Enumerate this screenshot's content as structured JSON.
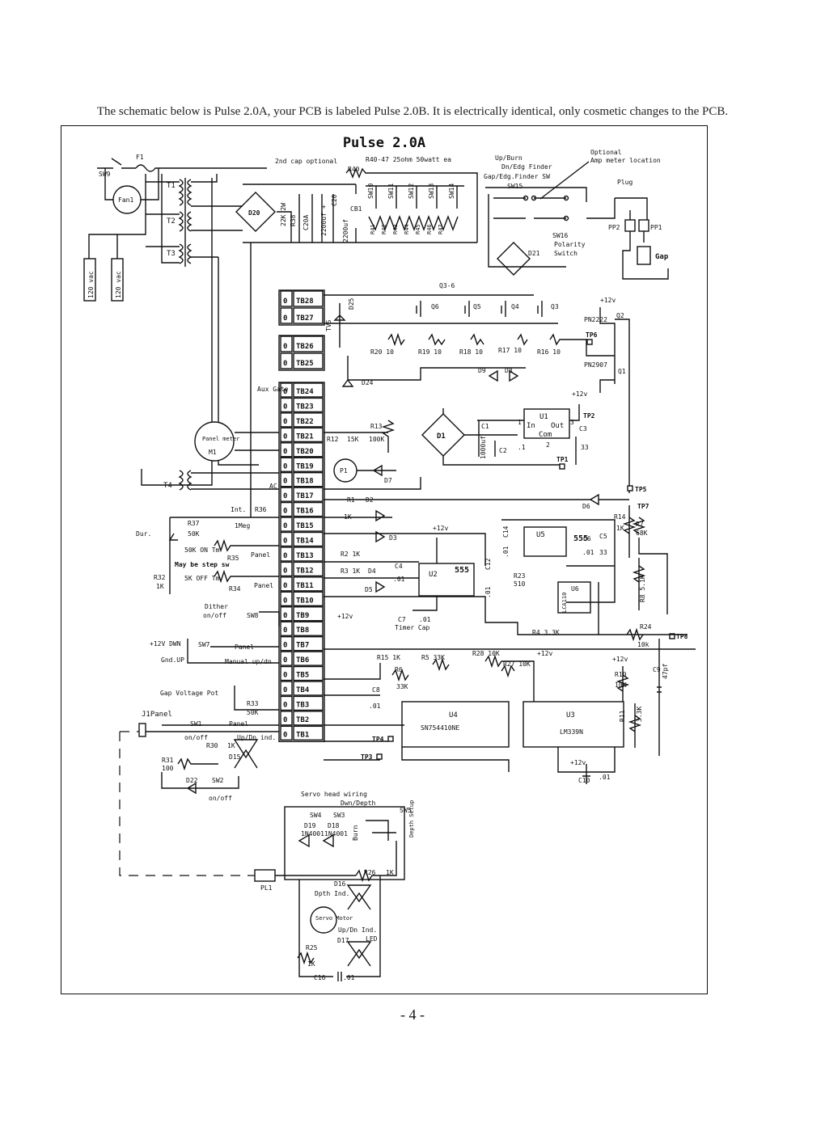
{
  "caption": "The schematic below is Pulse 2.0A, your PCB is labeled Pulse 2.0B. It is electrically identical, only cosmetic changes to the PCB.",
  "page_number": "- 4 -",
  "schematic": {
    "title": "Pulse 2.0A",
    "top_notes": {
      "second_cap": "2nd cap optional",
      "resistor_bank": "R40-47 25ohm 50watt ea",
      "r40": "R40",
      "up_burn": "Up/Burn",
      "dn_edg_finder": "Dn/Edg Finder",
      "gap_edg_finder_sw": "Gap/Edg.Finder SW",
      "sw15": "SW15",
      "optional": "Optional",
      "amp_meter_location": "Amp meter location",
      "plug": "Plug"
    },
    "power_section": {
      "f1": "F1",
      "sw9": "SW9",
      "fan1": "Fan1",
      "t1": "T1",
      "t2": "T2",
      "t3": "T3",
      "t4": "T4",
      "vac1": "120 vac",
      "vac2": "120 vac",
      "d20": "D20",
      "r38": "22K 2W",
      "r38_label": "R38",
      "c20a": "C20A",
      "c20": "C20",
      "cap1": "2200uf +",
      "cap2": "2200uf",
      "cb1": "CB1",
      "sw_labels": [
        "SW10",
        "SW11",
        "SW12",
        "SW13",
        "SW14"
      ],
      "r_labels": [
        "R41",
        "R42",
        "R43",
        "R44",
        "R45",
        "R46",
        "R47"
      ]
    },
    "polarity": {
      "sw16": "SW16",
      "polarity": "Polarity",
      "switch": "Switch",
      "d21": "D21",
      "pp2": "PP2",
      "pp1": "PP1",
      "gap": "Gap"
    },
    "terminal_block": [
      "TB28",
      "TB27",
      "TB26",
      "TB25",
      "TB24",
      "TB23",
      "TB22",
      "TB21",
      "TB20",
      "TB19",
      "TB18",
      "TB17",
      "TB16",
      "TB15",
      "TB14",
      "TB13",
      "TB12",
      "TB11",
      "TB10",
      "TB9",
      "TB8",
      "TB7",
      "TB6",
      "TB5",
      "TB4",
      "TB3",
      "TB2",
      "TB1"
    ],
    "terminal_zero": "0",
    "driver": {
      "q3_6": "Q3-6",
      "q6": "Q6",
      "q5": "Q5",
      "q4": "Q4",
      "q3": "Q3",
      "tvs": "TVS",
      "d25": "D25",
      "d24": "D24",
      "d9": "D9",
      "d8": "D8",
      "r20": "R20 10",
      "r19": "R19 10",
      "r18": "R18 10",
      "r17": "R17 10",
      "r16": "R16 10",
      "plus12v": "+12v",
      "pn2222": "PN2222",
      "q2": "Q2",
      "tp6": "TP6",
      "pn2907": "PN2907",
      "q1": "Q1"
    },
    "left_labels": {
      "aux_gate": "Aux Gate",
      "panel_meter": "Panel meter",
      "m1": "M1",
      "ac": "AC",
      "int": "Int.",
      "r36": "R36",
      "imeg": "1Meg",
      "r37": "R37",
      "k50": "50K",
      "dur": "Dur.",
      "on_tm": "50K ON Tm",
      "r35": "R35",
      "panel": "Panel",
      "step_sw": "May be step sw",
      "r32": "R32",
      "r32_val": "1K",
      "off_tm": "5K OFF Tm",
      "r34": "R34",
      "dither": "Dither",
      "on_off": "on/off",
      "sw8": "SW8",
      "plus12v_dwn": "+12V DWN",
      "sw7": "SW7",
      "gnd_up": "Gnd.UP",
      "manual": "Manual up/dn",
      "gap_voltage_pot": "Gap Voltage Pot",
      "r33": "R33",
      "r33_val": "50K",
      "j1_panel": "J1Panel",
      "sw1": "SW1",
      "r30": "R30",
      "r30_val": "1K",
      "updn_ind": "Up/Dn ind.",
      "d15": "D15",
      "r31": "R31",
      "r31_val": "100",
      "d22": "D22",
      "sw2": "SW2"
    },
    "supply": {
      "r13": "R13",
      "r12": "R12",
      "k15": "15K",
      "k100": "100K",
      "p1": "P1",
      "d7": "D7",
      "d1": "D1",
      "c1": "C1",
      "c1_val": "1000uf",
      "c2": "C2",
      "c2_val": ".1",
      "u1": "U1",
      "in": "In",
      "out": "Out",
      "com": "Com",
      "pin1": "1",
      "pin2": "2",
      "pin3": "3",
      "c3": "C3",
      "c3_val": "33",
      "tp1": "TP1",
      "tp2": "TP2",
      "tp5": "TP5",
      "d6": "D6"
    },
    "timer": {
      "r1": "R1",
      "r1_val": "1K",
      "d2": "D2",
      "d3": "D3",
      "r2": "R2 1K",
      "r3": "R3 1K",
      "d4": "D4",
      "d5": "D5",
      "c4": "C4",
      "c4_val": ".01",
      "u2": "U2",
      "u2_type": "555",
      "c12": "C12",
      "c12_val": ".01",
      "c7": "C7",
      "c7_val": ".01",
      "timer_cap": "Timer Cap",
      "c14": "C14",
      "c14_val": ".01",
      "u5": "U5",
      "u5_type": "555",
      "c6": "C6",
      "c6_val": ".01",
      "c5": "C5",
      "c5_val": "33",
      "r23": "R23",
      "r23_val": "510",
      "u6": "U6",
      "u6_type": "LCA110",
      "r4": "R4 3.3K",
      "tp7": "TP7",
      "r14": "R14",
      "r14_val": "1K",
      "r7": "R7",
      "r7_val": "68K",
      "r8": "R8 5.1K",
      "r24": "R24",
      "r24_val": "10k",
      "tp8": "TP8"
    },
    "control": {
      "r15": "R15 1K",
      "r5": "R5 33K",
      "r6": "R6",
      "r6_val": "33K",
      "r28": "R28 10K",
      "r27": "R27 10K",
      "c8": "C8",
      "c8_val": ".01",
      "u4": "U4",
      "u4_type": "SN754410NE",
      "u3": "U3",
      "u3_type": "LM339N",
      "tp4": "TP4",
      "tp3": "TP3",
      "r10": "R10",
      "r10_val": "10K",
      "r11": "R11",
      "r11_val": "3.3K",
      "c9": "C9",
      "c9_val": "47pf",
      "c10": "C10",
      "c10_val": ".01"
    },
    "servo": {
      "servo_head_wiring": "Servo head wiring",
      "dwn_depth": "Dwn/Depth",
      "sw4": "SW4",
      "sw3": "SW3",
      "sw5": "SW5",
      "d19": "D19",
      "d19_type": "1N4001",
      "d18": "D18",
      "d18_type": "1N4001",
      "burn": "Burn",
      "depth_setup": "Depth Setup",
      "pl1": "PL1",
      "r26": "R26",
      "r26_val": "1K",
      "d16": "D16",
      "dpth_ind": "Dpth Ind.",
      "servo_motor": "Servo Motor",
      "updn_ind": "Up/Dn Ind.",
      "d17": "D17",
      "led": "LED",
      "r25": "R25",
      "r25_val": "1K",
      "c16": "C16",
      "c16_val": ".01"
    }
  }
}
